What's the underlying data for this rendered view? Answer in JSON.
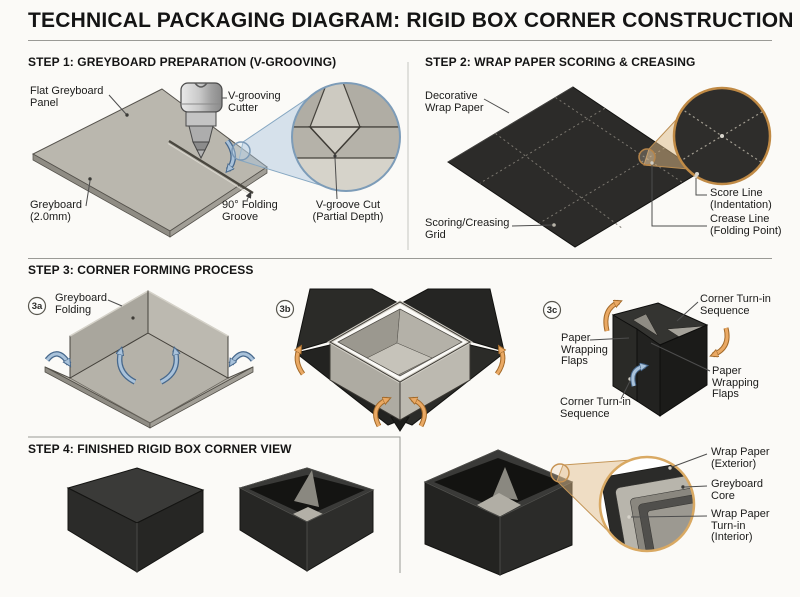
{
  "title": "TECHNICAL PACKAGING DIAGRAM: RIGID BOX CORNER CONSTRUCTION",
  "colors": {
    "background": "#fbfaf7",
    "ink": "#1b1b1a",
    "greyboard": "#b5b2a9",
    "wrap_paper": "#2b2b28",
    "accent_blue": "#a9c2da",
    "accent_orange": "#eaa964",
    "magnifier_blue": "#7d9cb8",
    "magnifier_orange": "#c08a45"
  },
  "step1": {
    "header": "STEP 1: GREYBOARD PREPARATION (V-GROOVING)",
    "labels": {
      "flat_panel": "Flat Greyboard\nPanel",
      "cutter": "V-grooving\nCutter",
      "greyboard": "Greyboard\n(2.0mm)",
      "groove": "90° Folding\nGroove",
      "vgroove": "V-groove Cut\n(Partial Depth)"
    }
  },
  "step2": {
    "header": "STEP 2: WRAP PAPER SCORING & CREASING",
    "labels": {
      "paper": "Decorative\nWrap Paper",
      "grid": "Scoring/Creasing\nGrid",
      "score": "Score Line\n(Indentation)",
      "crease": "Crease Line\n(Folding Point)"
    }
  },
  "step3": {
    "header": "STEP 3: CORNER FORMING PROCESS",
    "badges": {
      "a": "3a",
      "b": "3b",
      "c": "3c"
    },
    "labels": {
      "folding": "Greyboard\nFolding",
      "turnin_top": "Corner Turn-in\nSequence",
      "flaps_left": "Paper\nWrapping\nFlaps",
      "flaps_right": "Paper\nWrapping\nFlaps",
      "turnin_bottom": "Corner Turn-in\nSequence"
    }
  },
  "step4": {
    "header": "STEP 4: FINISHED RIGID BOX CORNER VIEW",
    "labels": {
      "wrap_ext": "Wrap Paper\n(Exterior)",
      "core": "Greyboard\nCore",
      "turnin": "Wrap Paper\nTurn-in\n(Interior)"
    }
  }
}
